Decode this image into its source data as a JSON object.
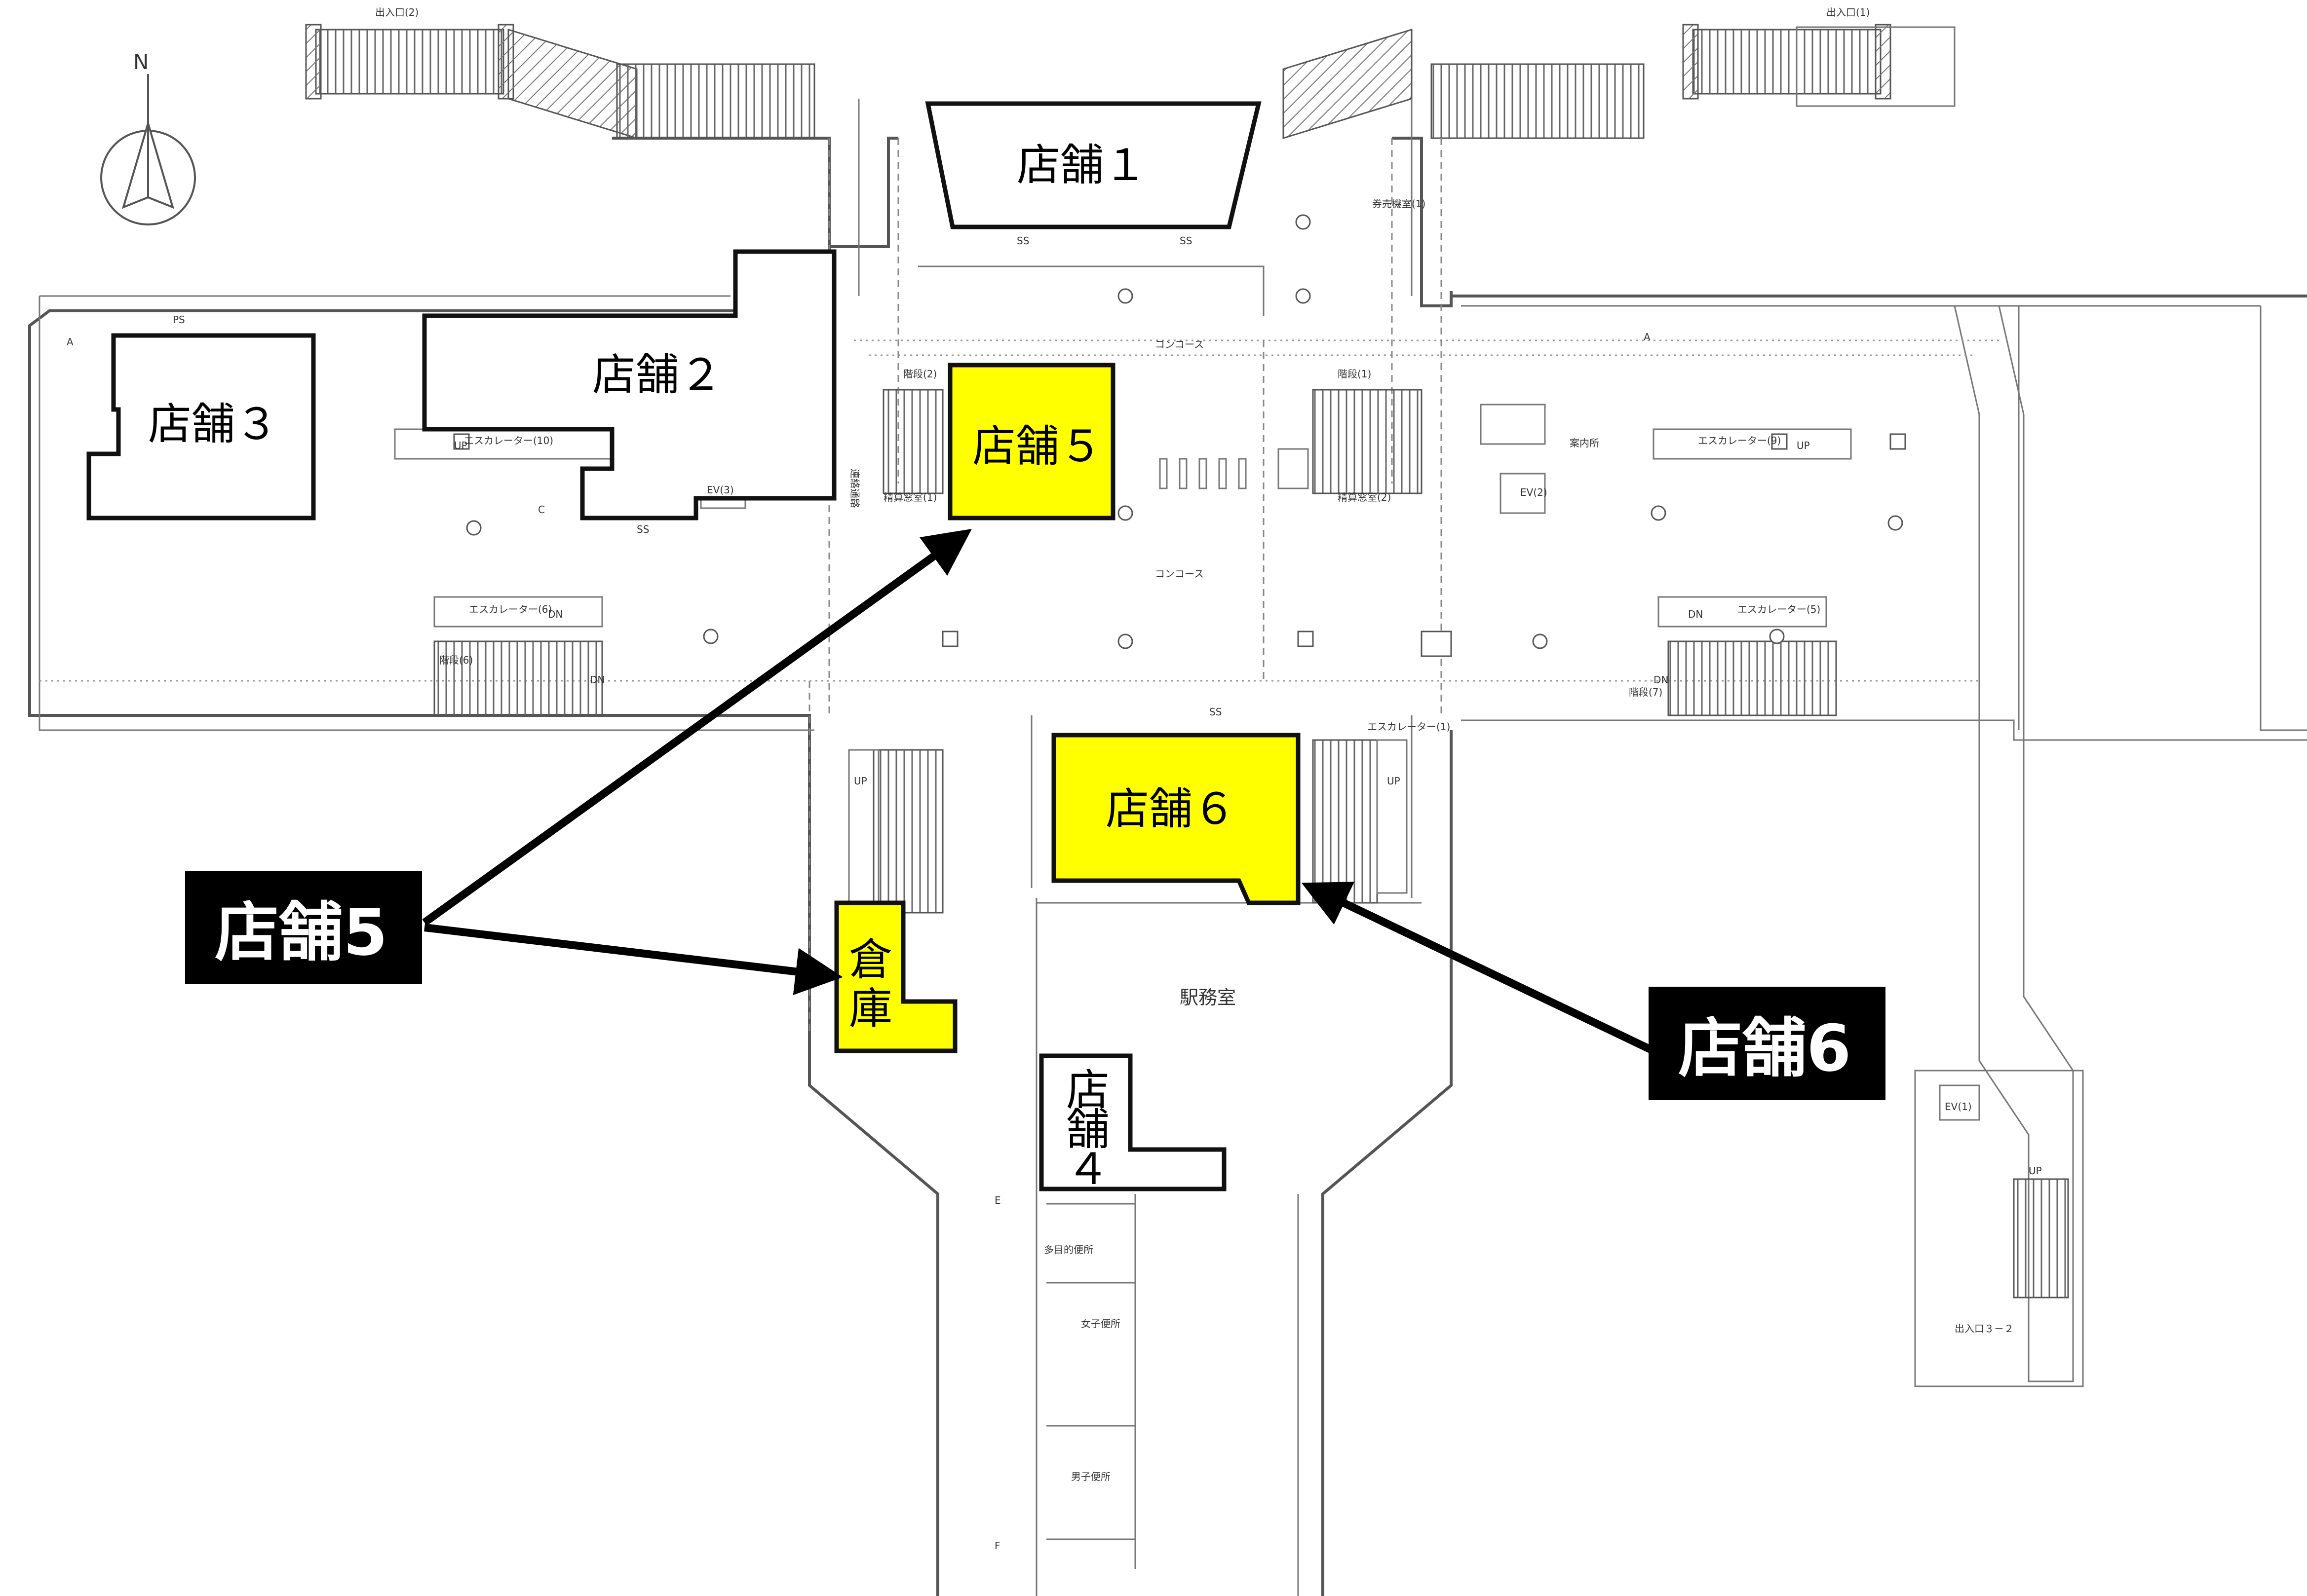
{
  "compass": {
    "north_label": "N"
  },
  "exits": {
    "exit_left": "出入口(2)",
    "exit_right": "出入口(1)",
    "exit_bottom_right": "出入口３－２"
  },
  "shops": {
    "shop1": "店舗１",
    "shop2": "店舗２",
    "shop3": "店舗３",
    "shop4": [
      "店",
      "舗",
      "４"
    ],
    "shop5": "店舗５",
    "shop6": "店舗６",
    "storage": [
      "倉",
      "庫"
    ]
  },
  "rooms": {
    "station_office": "駅務室",
    "concourse_upper": "コンコース",
    "concourse_lower": "コンコース",
    "ticket_room_1": "精算窓室(1)",
    "ticket_room_2": "精算窓室(2)",
    "kiosk_room": "券売機室(1)",
    "info": "案内所",
    "ev1": "EV(1)",
    "ev2": "EV(2)",
    "ev3": "EV(3)",
    "multi_toilet": "多目的便所",
    "womens_toilet": "女子便所",
    "mens_toilet": "男子便所",
    "stairs_1": "階段(1)",
    "stairs_2": "階段(2)",
    "stairs_6": "階段(6)",
    "stairs_7": "階段(7)",
    "escalator_10": "エスカレーター(10)",
    "escalator_9": "エスカレーター(9)",
    "escalator_6": "エスカレーター(6)",
    "escalator_5": "エスカレーター(5)",
    "escalator_1": "エスカレーター(1)",
    "passage": "連絡通路"
  },
  "marks": {
    "up": "UP",
    "dn": "DN",
    "ps": "PS",
    "ss": "SS",
    "a": "A",
    "c": "C",
    "e": "E",
    "f": "F"
  },
  "callouts": {
    "callout_shop5": "店舗5",
    "callout_shop6": "店舗6"
  },
  "colors": {
    "highlight": "#ffff00",
    "callout_bg": "#000000",
    "callout_text": "#ffffff"
  }
}
